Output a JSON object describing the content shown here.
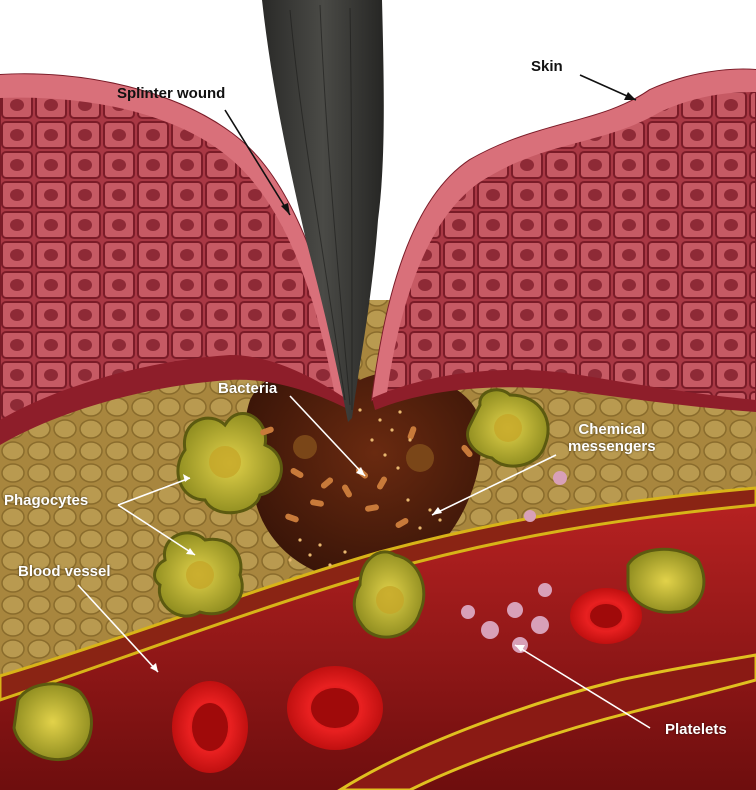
{
  "labels": {
    "skin": "Skin",
    "splinter_wound": "Splinter wound",
    "bacteria": "Bacteria",
    "chemical_messengers_1": "Chemical",
    "chemical_messengers_2": "messengers",
    "phagocytes": "Phagocytes",
    "blood_vessel": "Blood vessel",
    "platelets": "Platelets"
  },
  "colors": {
    "skin": "#b8404a",
    "skin_light": "#d9707a",
    "tissue": "#a8863e",
    "wound_cavity": "#5a2410",
    "vessel": "#9e1d1d",
    "red_cell": "#e01818",
    "phagocyte": "#c6b82e",
    "splinter": "#3a3a38",
    "bacteria": "#c87a3a"
  }
}
